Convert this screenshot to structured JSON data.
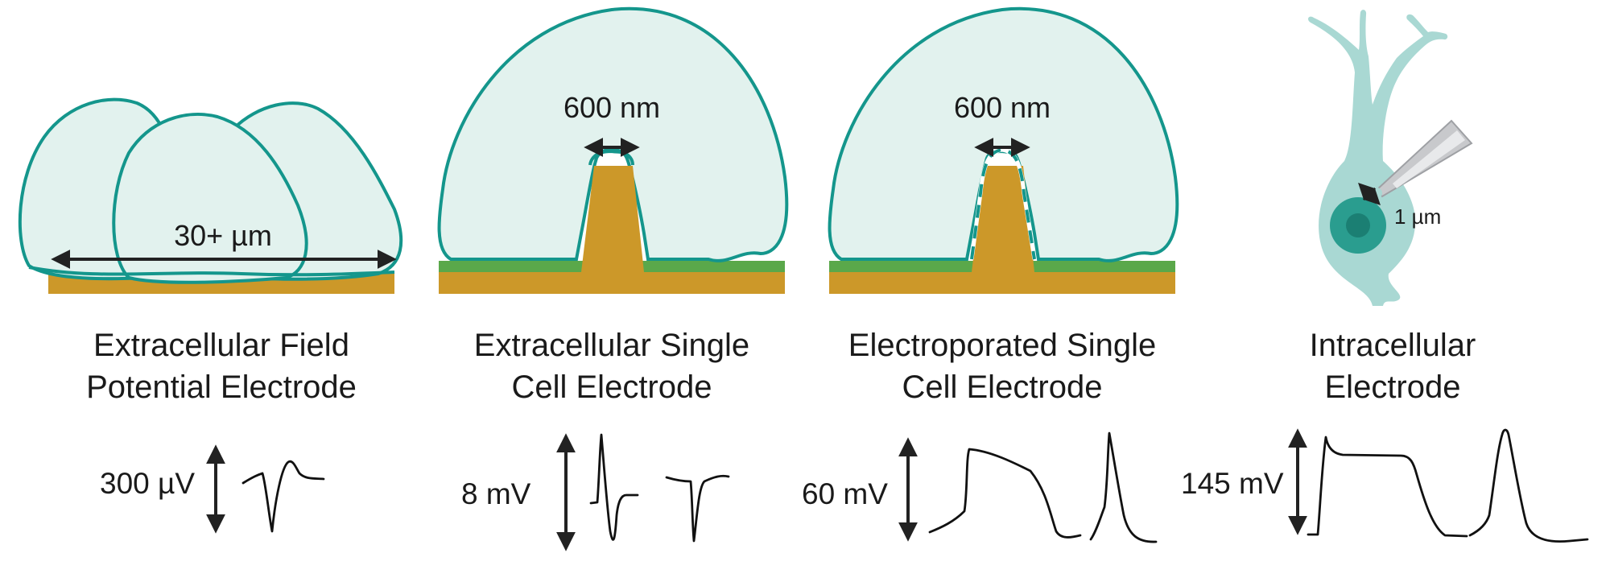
{
  "panels": [
    {
      "id": "field",
      "title_line1": "Extracellular Field",
      "title_line2": "Potential Electrode",
      "dimension": "30+ µm",
      "amplitude": "300 µV"
    },
    {
      "id": "single",
      "title_line1": "Extracellular Single",
      "title_line2": "Cell Electrode",
      "dimension": "600 nm",
      "amplitude": "8 mV"
    },
    {
      "id": "electroporated",
      "title_line1": "Electroporated Single",
      "title_line2": "Cell Electrode",
      "dimension": "600 nm",
      "amplitude": "60 mV"
    },
    {
      "id": "intracellular",
      "title_line1": "Intracellular",
      "title_line2": "Electrode",
      "dimension": "1 µm",
      "amplitude": "145 mV"
    }
  ],
  "colors": {
    "cell_fill": "#e2f2ee",
    "cell_outline": "#14968c",
    "electrode_gold": "#cc9829",
    "substrate_green": "#5aa84a",
    "arrow": "#222222",
    "trace": "#111111",
    "neuron_fill": "#a9d8d3",
    "nucleus_outer": "#2a9d8f",
    "nucleus_inner": "#1b7f73",
    "pipette": "#c8c9cc"
  }
}
